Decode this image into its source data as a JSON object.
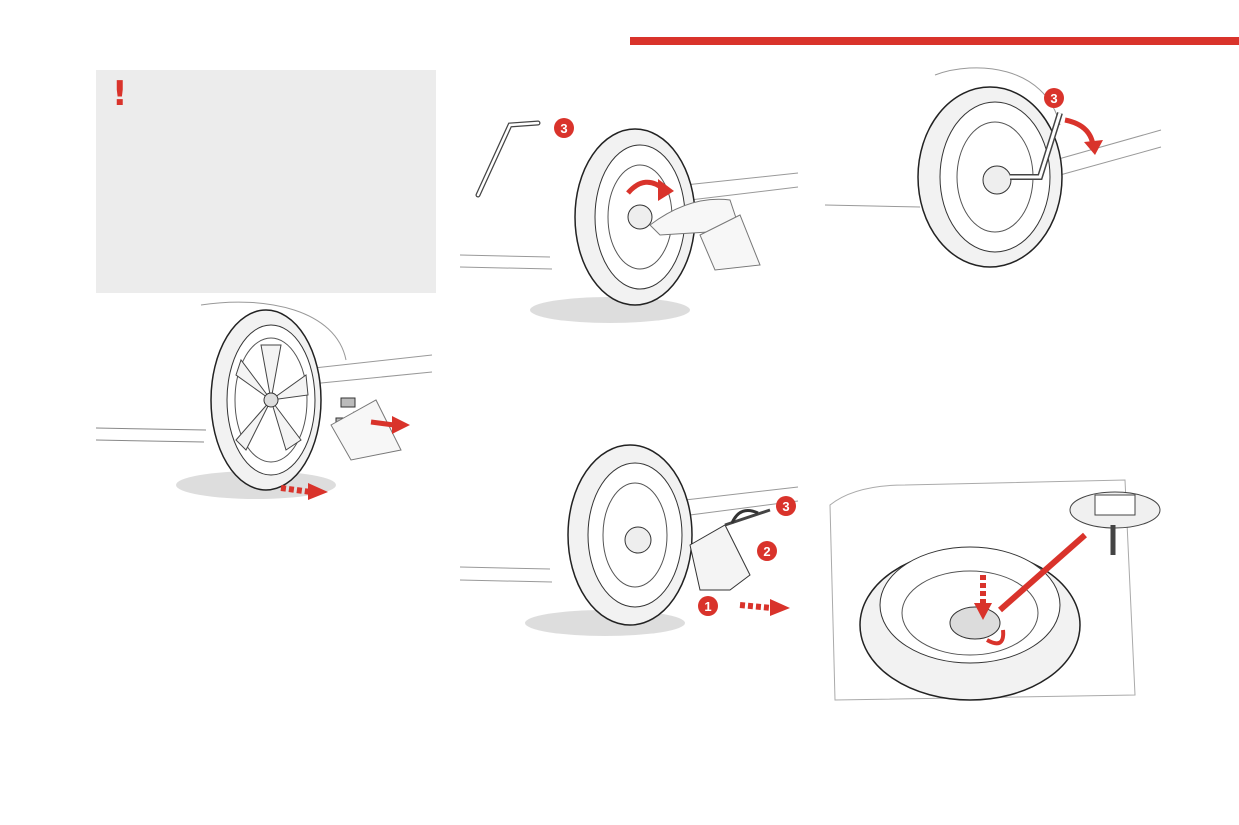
{
  "colors": {
    "accent": "#d9332b",
    "warning_box": "#ececec",
    "line": "#1a1a1a"
  },
  "warning": {
    "symbol": "!"
  },
  "illustrations": [
    {
      "name": "wheel-nuts-removed",
      "callouts": []
    },
    {
      "name": "loosen-with-wrench",
      "callouts": [
        "3"
      ]
    },
    {
      "name": "tighten-spare-wheel",
      "callouts": [
        "3"
      ]
    },
    {
      "name": "remove-jack",
      "callouts": [
        "1",
        "2",
        "3"
      ]
    },
    {
      "name": "stow-wheel-in-well",
      "callouts": []
    }
  ]
}
